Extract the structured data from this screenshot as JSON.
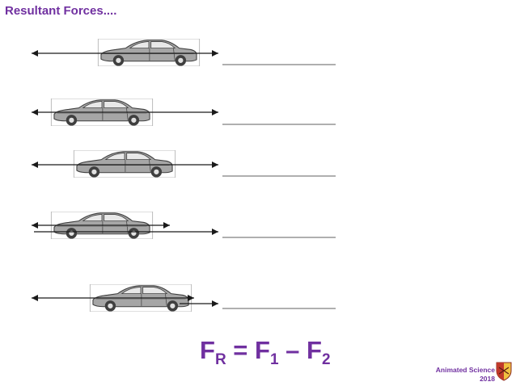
{
  "slide": {
    "title": "Resultant Forces....",
    "formula": {
      "lhs_main": "F",
      "lhs_sub": "R",
      "equals": " = ",
      "t1_main": "F",
      "t1_sub": "1",
      "minus": " – ",
      "t2_main": "F",
      "t2_sub": "2"
    },
    "footer": {
      "line1": "Animated Science",
      "line2": "2018"
    }
  },
  "colors": {
    "title": "#7030a0",
    "car_body": "#a6a6a6",
    "car_outline": "#3f3f3f",
    "arrow": "#1a1a1a",
    "answer_line": "#7f7f7f"
  },
  "icons": {
    "car": "car-icon",
    "arrow_left": "arrow-left-icon",
    "arrow_right": "arrow-right-icon",
    "logo": "logo-icon"
  },
  "rows": [
    {
      "id": 1
    },
    {
      "id": 2
    },
    {
      "id": 3
    },
    {
      "id": 4
    },
    {
      "id": 5
    }
  ]
}
